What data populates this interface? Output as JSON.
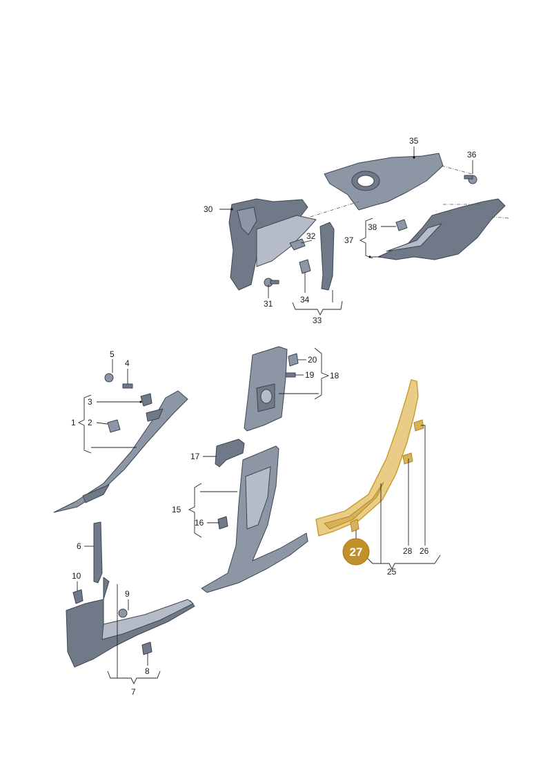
{
  "callouts": {
    "c1": "1",
    "c2": "2",
    "c3": "3",
    "c4": "4",
    "c5": "5",
    "c6": "6",
    "c7": "7",
    "c8": "8",
    "c9": "9",
    "c10": "10",
    "c15": "15",
    "c16": "16",
    "c17": "17",
    "c18": "18",
    "c19": "19",
    "c20": "20",
    "c25": "25",
    "c26": "26",
    "c28": "28",
    "c30": "30",
    "c31": "31",
    "c32": "32",
    "c33": "33",
    "c34": "34",
    "c35": "35",
    "c36": "36",
    "c37": "37",
    "c38": "38"
  },
  "highlighted": {
    "label": "27",
    "color": "#c0912a"
  },
  "colors": {
    "part": "#8c96a4",
    "highlight": "#e9cd86"
  }
}
